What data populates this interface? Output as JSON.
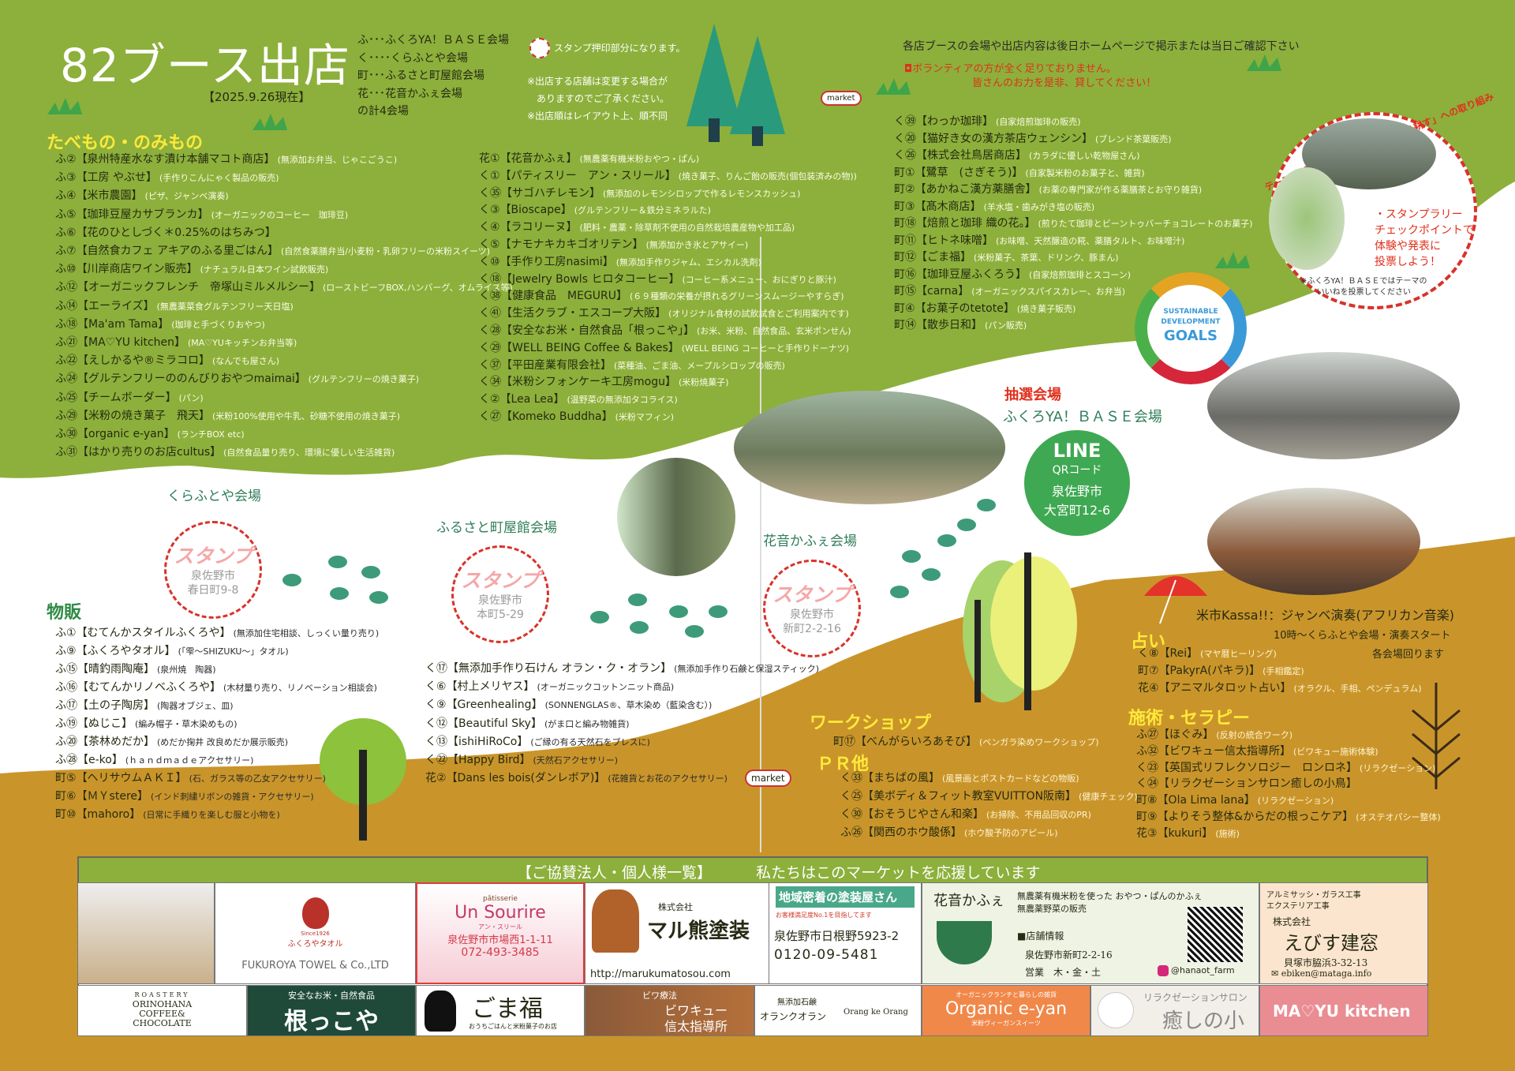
{
  "header": {
    "title": "82ブース出店",
    "as_of": "【2025.9.26現在】",
    "legend": [
      "ふ･･･ふくろYA！ＢＡＳＥ会場",
      "く････くらふとや会場",
      "町･･･ふるさと町屋館会場",
      "花･･･花音かふぇ会場",
      "の計4会場"
    ],
    "stamp_note": "スタンプ押印部分になります。",
    "notes": [
      "※出店する店舗は変更する場合が",
      "　ありますのでご了承ください。",
      "※出店順はレイアウト上、順不同"
    ],
    "info": "各店ブースの会場や出店内容は後日ホームページで掲示または当日ご確認下さい",
    "volunteer": [
      "◘ボランティアの方が全く足りておりません。",
      "皆さんのお力を是非、貸してください！"
    ]
  },
  "colors": {
    "green": "#8cb03b",
    "mustard": "#c9952a",
    "yellow": "#ffe93a",
    "red": "#d9322a"
  },
  "food": {
    "heading": "たべもの・のみもの",
    "col1": [
      {
        "v": "ふ②",
        "n": "【泉州特産水なす漬け本舗マコト商店】",
        "d": "(無添加お弁当、じゃこごうこ)"
      },
      {
        "v": "ふ③",
        "n": "【工房 やぶせ】",
        "d": "(手作りこんにゃく製品の販売)"
      },
      {
        "v": "ふ④",
        "n": "【米市農園】",
        "d": "(ピザ、ジャンベ演奏)"
      },
      {
        "v": "ふ⑤",
        "n": "【珈琲豆屋カサブランカ】",
        "d": "(オーガニックのコーヒー　珈琲豆)"
      },
      {
        "v": "ふ⑥",
        "n": "【花のひとしづく＊0.25%のはちみつ】",
        "d": ""
      },
      {
        "v": "ふ⑦",
        "n": "【自然食カフェ アキアのふる里ごはん】",
        "d": "(自然食薬膳弁当/小麦粉・乳卵フリーの米粉スイーツ)"
      },
      {
        "v": "ふ⑩",
        "n": "【川岸商店ワイン販売】",
        "d": "(ナチュラル日本ワイン試飲販売)"
      },
      {
        "v": "ふ⑫",
        "n": "【オーガニックフレンチ　帝塚山ミルメルシー】",
        "d": "(ローストビーフBOX,ハンバーグ、オムライス等)"
      },
      {
        "v": "ふ⑭",
        "n": "【エーライズ】",
        "d": "(無農薬菜食グルテンフリー天日塩)"
      },
      {
        "v": "ふ⑱",
        "n": "【Ma'am Tama】",
        "d": "(珈琲と手づくりおやつ)"
      },
      {
        "v": "ふ㉑",
        "n": "【MA♡YU kitchen】",
        "d": "(MA♡YUキッチンお弁当等)"
      },
      {
        "v": "ふ㉒",
        "n": "【えしかるや®ミラコロ】",
        "d": "(なんでも屋さん)"
      },
      {
        "v": "ふ㉔",
        "n": "【グルテンフリーののんびりおやつmaimai】",
        "d": "(グルテンフリーの焼き菓子)"
      },
      {
        "v": "ふ㉕",
        "n": "【チームボーダー】",
        "d": "(パン)"
      },
      {
        "v": "ふ㉙",
        "n": "【米粉の焼き菓子　飛天】",
        "d": "(米粉100%使用や牛乳、砂糖不使用の焼き菓子)"
      },
      {
        "v": "ふ㉚",
        "n": "【organic e-yan】",
        "d": "(ランチBOX etc)"
      },
      {
        "v": "ふ㉛",
        "n": "【はかり売りのお店cultus】",
        "d": "(自然食品量り売り、環境に優しい生活雑貨)"
      }
    ],
    "col2": [
      {
        "v": "花①",
        "n": "【花音かふぇ】",
        "d": "(無農薬有機米粉おやつ・ぱん)"
      },
      {
        "v": "く①",
        "n": "【パティスリー　アン・スリール】",
        "d": "(焼き菓子、りんご飴の販売(個包装済みの物))"
      },
      {
        "v": "く㉟",
        "n": "【サゴハチレモン】",
        "d": "(無添加のレモンシロップで作るレモンスカッシュ)"
      },
      {
        "v": "く③",
        "n": "【Bioscape】",
        "d": "(グルテンフリー＆鉄分ミネラルた)"
      },
      {
        "v": "く④",
        "n": "【ラコリーヌ】",
        "d": "(肥料・農薬・除草剤不使用の自然栽培農産物や加工品)"
      },
      {
        "v": "く⑤",
        "n": "【ナモナキカキゴオリテン】",
        "d": "(無添加かき氷とアサイー)"
      },
      {
        "v": "く⑩",
        "n": "【手作り工房nasimi】",
        "d": "(無添加手作りジャム、エシカル洗剤)"
      },
      {
        "v": "く⑱",
        "n": "【Jewelry Bowls ヒロタコーヒー】",
        "d": "(コーヒー系メニュー、おにぎりと豚汁)"
      },
      {
        "v": "く㊳",
        "n": "【健康食品　MEGURU】",
        "d": "(６９種類の栄養が摂れるグリーンスムージーやすらぎ)"
      },
      {
        "v": "く㊶",
        "n": "【生活クラブ・エスコープ大阪】",
        "d": "(オリジナル食材の試飲試食とご利用案内です)"
      },
      {
        "v": "く㉘",
        "n": "【安全なお米・自然食品「根っこや」】",
        "d": "(お米、米粉、自然食品、玄米ポンせん)"
      },
      {
        "v": "く㉙",
        "n": "【WELL BEING Coffee & Bakes】",
        "d": "(WELL BEING コーヒーと手作りドーナツ)"
      },
      {
        "v": "く㊲",
        "n": "【平田産業有限会社】",
        "d": "(菜種油、ごま油、メープルシロップの販売)"
      },
      {
        "v": "く㉞",
        "n": "【米粉シフォンケーキ工房mogu】",
        "d": "(米粉焼菓子)"
      },
      {
        "v": "く②",
        "n": "【Lea Lea】",
        "d": "(温野菜の無添加タコライス)"
      },
      {
        "v": "く㉗",
        "n": "【Komeko Buddha】",
        "d": "(米粉マフィン)"
      }
    ],
    "col3": [
      {
        "v": "く㊴",
        "n": "【わっか珈琲】",
        "d": "(自家焙煎珈琲の販売)"
      },
      {
        "v": "く⑳",
        "n": "【猫好き女の漢方茶店ウェンシン】",
        "d": "(ブレンド茶葉販売)"
      },
      {
        "v": "く㉖",
        "n": "【株式会社鳥居商店】",
        "d": "(カラダに優しい乾物屋さん)"
      },
      {
        "v": "町①",
        "n": "【鷺草　(さぎそう)】",
        "d": "(自家製米粉のお菓子と、雑貨)"
      },
      {
        "v": "町②",
        "n": "【あかねこ漢方薬膳舎】",
        "d": "(お薬の専門家が作る薬膳茶とお守り雑貨)"
      },
      {
        "v": "町③",
        "n": "【髙木商店】",
        "d": "(羊水塩・歯みがき塩の販売)"
      },
      {
        "v": "町⑱",
        "n": "【焙煎と珈琲 織の花。】",
        "d": "(煎りたて珈琲とビーントゥバーチョコレートのお菓子)"
      },
      {
        "v": "町⑪",
        "n": "【ヒトネ味噌】",
        "d": "(お味噌、天然醸造の糀、薬膳タルト、お味噌汁)"
      },
      {
        "v": "町⑫",
        "n": "【ごま福】",
        "d": "(米粉菓子、茶葉、ドリンク、豚まん)"
      },
      {
        "v": "町⑯",
        "n": "【珈琲豆屋ふくろう】",
        "d": "(自家焙煎珈琲とスコーン)"
      },
      {
        "v": "町⑮",
        "n": "【carna】",
        "d": "(オーガニックスパイスカレー、お弁当)"
      },
      {
        "v": "町④",
        "n": "【お菓子のtetote】",
        "d": "(焼き菓子販売)"
      },
      {
        "v": "町⑭",
        "n": "【散歩日和】",
        "d": "(パン販売)"
      }
    ]
  },
  "goods": {
    "heading": "物販",
    "col1": [
      {
        "v": "ふ①",
        "n": "【むてんかスタイルふくろや】",
        "d": "(無添加住宅相談、しっくい量り売り)"
      },
      {
        "v": "ふ⑨",
        "n": "【ふくろやタオル】",
        "d": "(「雫～SHIZUKU～」タオル)"
      },
      {
        "v": "ふ⑮",
        "n": "【晴釣雨陶庵】",
        "d": "(泉州焼　陶器)"
      },
      {
        "v": "ふ⑯",
        "n": "【むてんかリノベふくろや】",
        "d": "(木材量り売り、リノベーション相談会)"
      },
      {
        "v": "ふ⑰",
        "n": "【土の子陶房】",
        "d": "(陶器オブジェ、皿)"
      },
      {
        "v": "ふ⑲",
        "n": "【ぬじこ】",
        "d": "(編み帽子・草木染めもの)"
      },
      {
        "v": "ふ⑳",
        "n": "【茶林めだか】",
        "d": "(めだか掬井 改良めだか展示販売)"
      },
      {
        "v": "ふ㉘",
        "n": "【e-ko】",
        "d": "(ｈａｎｄｍａｄｅアクセサリー)"
      },
      {
        "v": "町⑤",
        "n": "【ヘリサウムＡＫＩ】",
        "d": "(石、ガラス等の乙女アクセサリー)"
      },
      {
        "v": "町⑥",
        "n": "【ＭＹstere】",
        "d": "(インド刺繍リボンの雑貨・アクセサリー)"
      },
      {
        "v": "町⑩",
        "n": "【mahoro】",
        "d": "(日常に手織りを楽しむ服と小物を)"
      }
    ],
    "col2": [
      {
        "v": "く⑰",
        "n": "【無添加手作り石けん オラン・ク・オラン】",
        "d": "(無添加手作り石鹸と保湿スティック)"
      },
      {
        "v": "く⑥",
        "n": "【村上メリヤス】",
        "d": "(オーガニックコットンニット商品)"
      },
      {
        "v": "く⑨",
        "n": "【Greenhealing】",
        "d": "(SONNENGLAS®、草木染め（藍染含む）)"
      },
      {
        "v": "く⑫",
        "n": "【Beautiful Sky】",
        "d": "(がま口と編み物雑貨)"
      },
      {
        "v": "く⑬",
        "n": "【ishiHiRoCo】",
        "d": "(ご縁の有る天然石をブレスに)"
      },
      {
        "v": "く㉒",
        "n": "【Happy Bird】",
        "d": "(天然石アクセサリー)"
      },
      {
        "v": "花②",
        "n": "【Dans les bois(ダンレボア)】",
        "d": "(花雑貨とお花のアクセサリー)"
      }
    ]
  },
  "workshop": {
    "heading": "ワークショップ",
    "items": [
      {
        "v": "町⑰",
        "n": "【べんがらいろあそび】",
        "d": "(ベンガラ染めワークショップ)"
      }
    ]
  },
  "pr": {
    "heading": "ＰＲ他",
    "items": [
      {
        "v": "く㉝",
        "n": "【まちばの風】",
        "d": "(風景画とポストカードなどの物販)"
      },
      {
        "v": "く㉕",
        "n": "【美ボディ＆フィット教室VUITTON阪南】",
        "d": "(健康チェック)"
      },
      {
        "v": "く㉚",
        "n": "【おそうじやさん和楽】",
        "d": "(お掃除、不用品回収のPR)"
      },
      {
        "v": "ふ㉖",
        "n": "【関西のホウ酸係】",
        "d": "(ホウ酸予防のアピール)"
      }
    ]
  },
  "fortune": {
    "heading": "占い",
    "items": [
      {
        "v": "く⑧",
        "n": "【Rei】",
        "d": "(マヤ暦ヒーリング)"
      },
      {
        "v": "町⑦",
        "n": "【PakyrA(パキラ)】",
        "d": "(手相鑑定)"
      },
      {
        "v": "花④",
        "n": "【アニマルタロット占い】",
        "d": "(オラクル、手相、ペンデュラム)"
      }
    ]
  },
  "therapy": {
    "heading": "施術・セラピー",
    "items": [
      {
        "v": "ふ㉗",
        "n": "【ほぐみ】",
        "d": "(反射の統合ワーク)"
      },
      {
        "v": "ふ㉜",
        "n": "【ビワキュー信太指導所】",
        "d": "(ビワキュー施術体験)"
      },
      {
        "v": "く㉓",
        "n": "【英国式リフレクソロジー　ロンロネ】",
        "d": "(リラクゼーション)"
      },
      {
        "v": "く㉔",
        "n": "【リラクゼーションサロン癒しの小鳥】",
        "d": ""
      },
      {
        "v": "町⑧",
        "n": "【Ola Lima lana】",
        "d": "(リラクゼーション)"
      },
      {
        "v": "町⑨",
        "n": "【よりそう整体&からだの根っこケア】",
        "d": "(オステオパシー整体)"
      },
      {
        "v": "花③",
        "n": "【kukuri】",
        "d": "(施術)"
      }
    ]
  },
  "music": {
    "title": "米市Kassa!!：ジャンベ演奏(アフリカン音楽)",
    "time": "10時～くらふとや会場・演奏スタート",
    "route": "各会場回ります"
  },
  "venues": [
    {
      "name": "くらふとや会場",
      "stamp": "スタンプ",
      "city": "泉佐野市",
      "addr": "春日町9-8"
    },
    {
      "name": "ふるさと町屋館会場",
      "stamp": "スタンプ",
      "city": "泉佐野市",
      "addr": "本町5-29"
    },
    {
      "name": "花音かふぇ会場",
      "stamp": "スタンプ",
      "city": "泉佐野市",
      "addr": "新町2-2-16"
    }
  ],
  "lottery": {
    "label": "抽選会場",
    "venue": "ふくろYA！ＢＡＳＥ会場",
    "line": "LINE",
    "qr": "QRコード",
    "city": "泉佐野市",
    "addr": "大宮町12-6"
  },
  "theme": {
    "arc": "テーマは「いのちをつなぐ、いのちを耕す」への取り組み",
    "body": [
      "・スタンプラリー",
      "チェックポイントで",
      "体験や発表に",
      "投票しよう！"
    ],
    "note": [
      "※ふくろYA！ＢＡＳＥではテーマの",
      "いいねを投票してください"
    ],
    "sdgs": [
      "SUSTAINABLE",
      "DEVELOPMENT",
      "GOALS"
    ]
  },
  "market_sign": "market",
  "sponsors": {
    "heading_left": "【ご協賛法人・個人様一覧】",
    "heading_right": "私たちはこのマーケットを応援しています",
    "fukuroya": {
      "since": "Since1926",
      "jp": "ふくろやタオル",
      "en": "FUKUROYA TOWEL & Co.,LTD"
    },
    "unsourire": {
      "pre": "pâtisserie",
      "name": "Un Sourire",
      "kana": "アン・スリール",
      "addr": "泉佐野市市場西1-1-11",
      "tel": "072-493-3485"
    },
    "marukuma": {
      "corp": "株式会社",
      "name": "マル熊塗装",
      "url": "http://marukumatosou.com",
      "banner": "地域密着の塗装屋さん",
      "sub": "お客様満足度No.1を目指してます",
      "addr": "泉佐野市日根野5923-2",
      "tel": "0120-09-5481"
    },
    "hanaot": {
      "name": "花音かふぇ",
      "desc1": "無農薬有機米粉を使った おやつ・ぱんのかふぇ",
      "desc2": "無農薬野菜の販売",
      "info": "■店舗情報",
      "addr": "泉佐野市新町2-2-16",
      "hours": "営業　木・金・土",
      "insta": "@hanaot_farm"
    },
    "ebisu": {
      "l1": "アルミサッシ・ガラス工事",
      "l2": "エクステリア工事",
      "corp": "株式会社",
      "name": "えびす建窓",
      "addr": "貝塚市脇浜3-32-13",
      "mail": "ebiken@mataga.info"
    },
    "row2": [
      {
        "l1": "ROASTERY",
        "l2": "ORINOHANA",
        "l3": "COFFEE&",
        "l4": "CHOCOLATE"
      },
      {
        "l1": "安全なお米・自然食品",
        "l2": "根っこや"
      },
      {
        "l1": "ごま福",
        "l2": "おうちごはんと米粉菓子のお店"
      },
      {
        "l1": "ビワ療法",
        "l2": "ビワキュー",
        "l3": "信太指導所"
      },
      {
        "l1": "無添加石鹸",
        "l2": "オランクオラン",
        "l3": "Orang ke Orang"
      },
      {
        "l1": "オーガニックランチと暮らしの雑貨",
        "l2": "Organic e-yan",
        "l3": "米粉ヴィーガンスイーツ"
      },
      {
        "l1": "リラクゼーションサロン",
        "l2": "癒しの小鳥"
      },
      {
        "l1": "MA♡YU kitchen"
      }
    ]
  }
}
